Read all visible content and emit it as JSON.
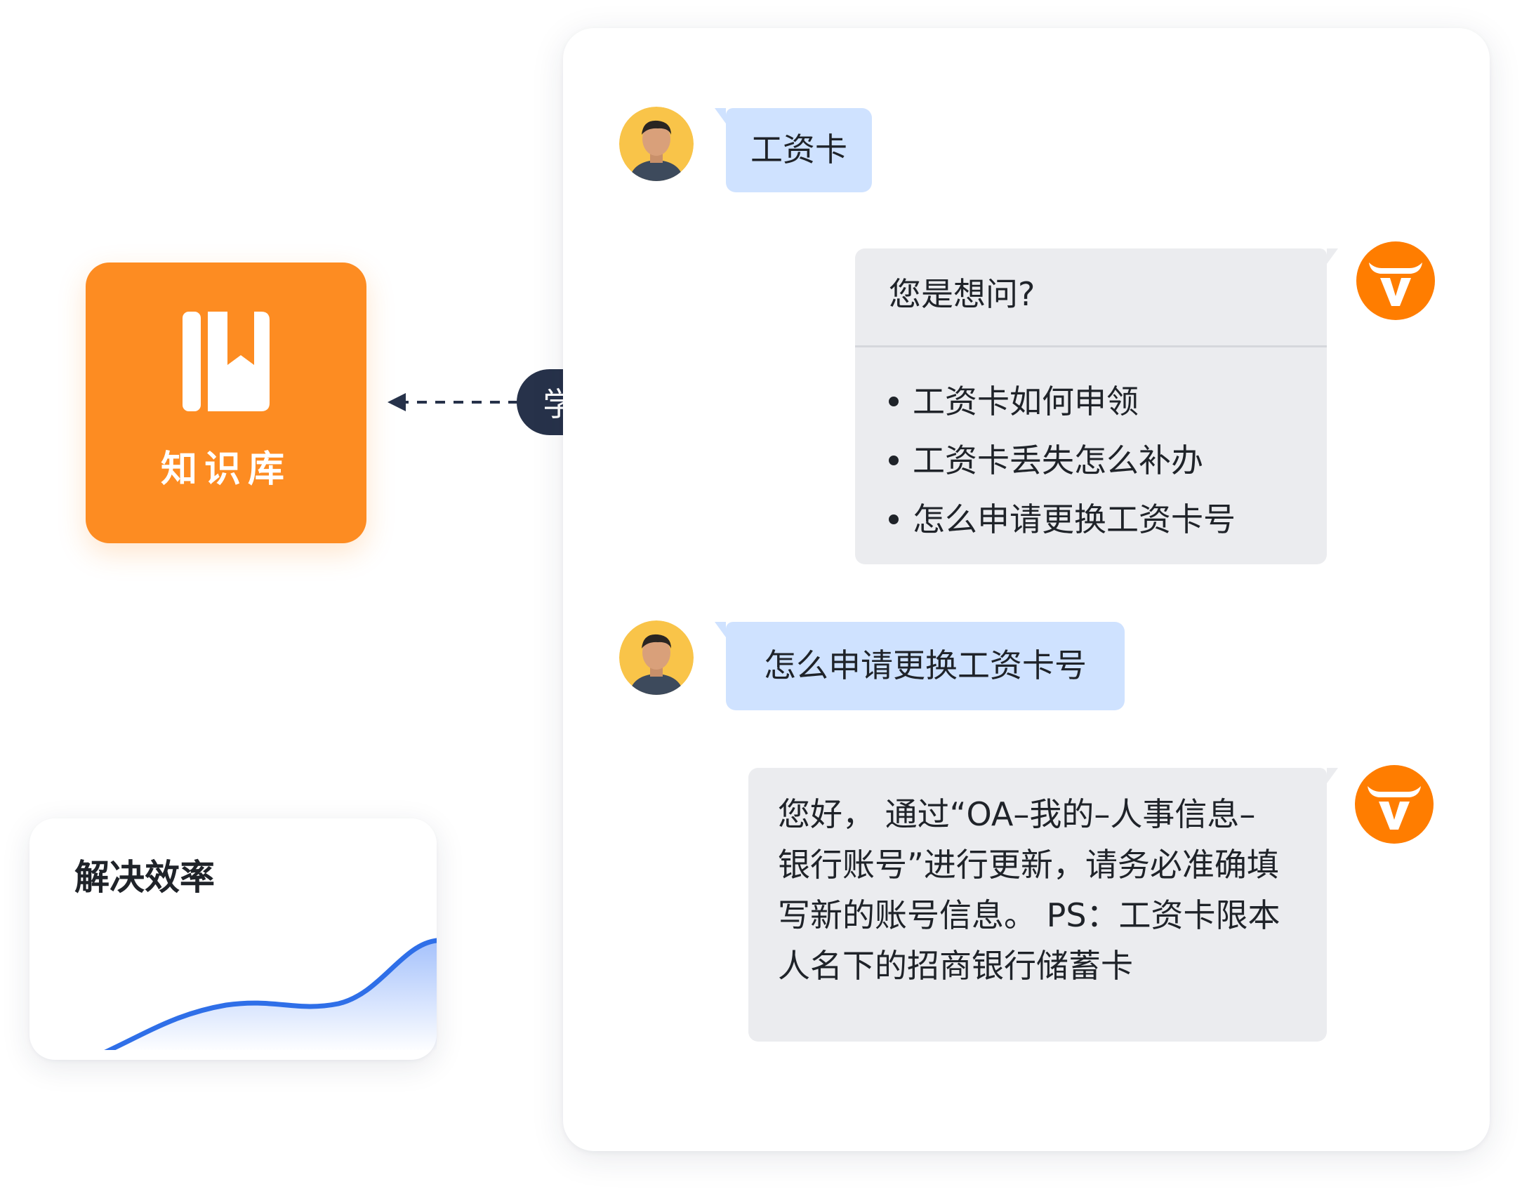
{
  "knowledge_base": {
    "label": "知识库",
    "icon": "book-bookmark-icon",
    "color": "#fd8c22"
  },
  "connector": {
    "label": "学习/优化"
  },
  "efficiency_card": {
    "title": "解决效率",
    "trend": "rising",
    "line_color": "#2f6fe8"
  },
  "chat": {
    "messages": [
      {
        "sender": "user",
        "avatar_icon": "user-avatar",
        "text": "工资卡"
      },
      {
        "sender": "bot",
        "logo_icon": "bot-logo-icon",
        "title": "您是想问?",
        "suggestions": [
          "工资卡如何申领",
          "工资卡丢失怎么补办",
          "怎么申请更换工资卡号"
        ]
      },
      {
        "sender": "user",
        "avatar_icon": "user-avatar",
        "text": "怎么申请更换工资卡号"
      },
      {
        "sender": "bot",
        "logo_icon": "bot-logo-icon",
        "lines": [
          "您好， 通过“OA–我的–人事信息–",
          "银行账号”进行更新，请务必准确填",
          "写新的账号信息。 PS：工资卡限本",
          "人名下的招商银行储蓄卡"
        ]
      }
    ]
  },
  "colors": {
    "user_bubble": "#cfe2ff",
    "bot_bubble": "#ebecef",
    "bot_logo": "#ff7d00",
    "pill": "#27324a"
  }
}
